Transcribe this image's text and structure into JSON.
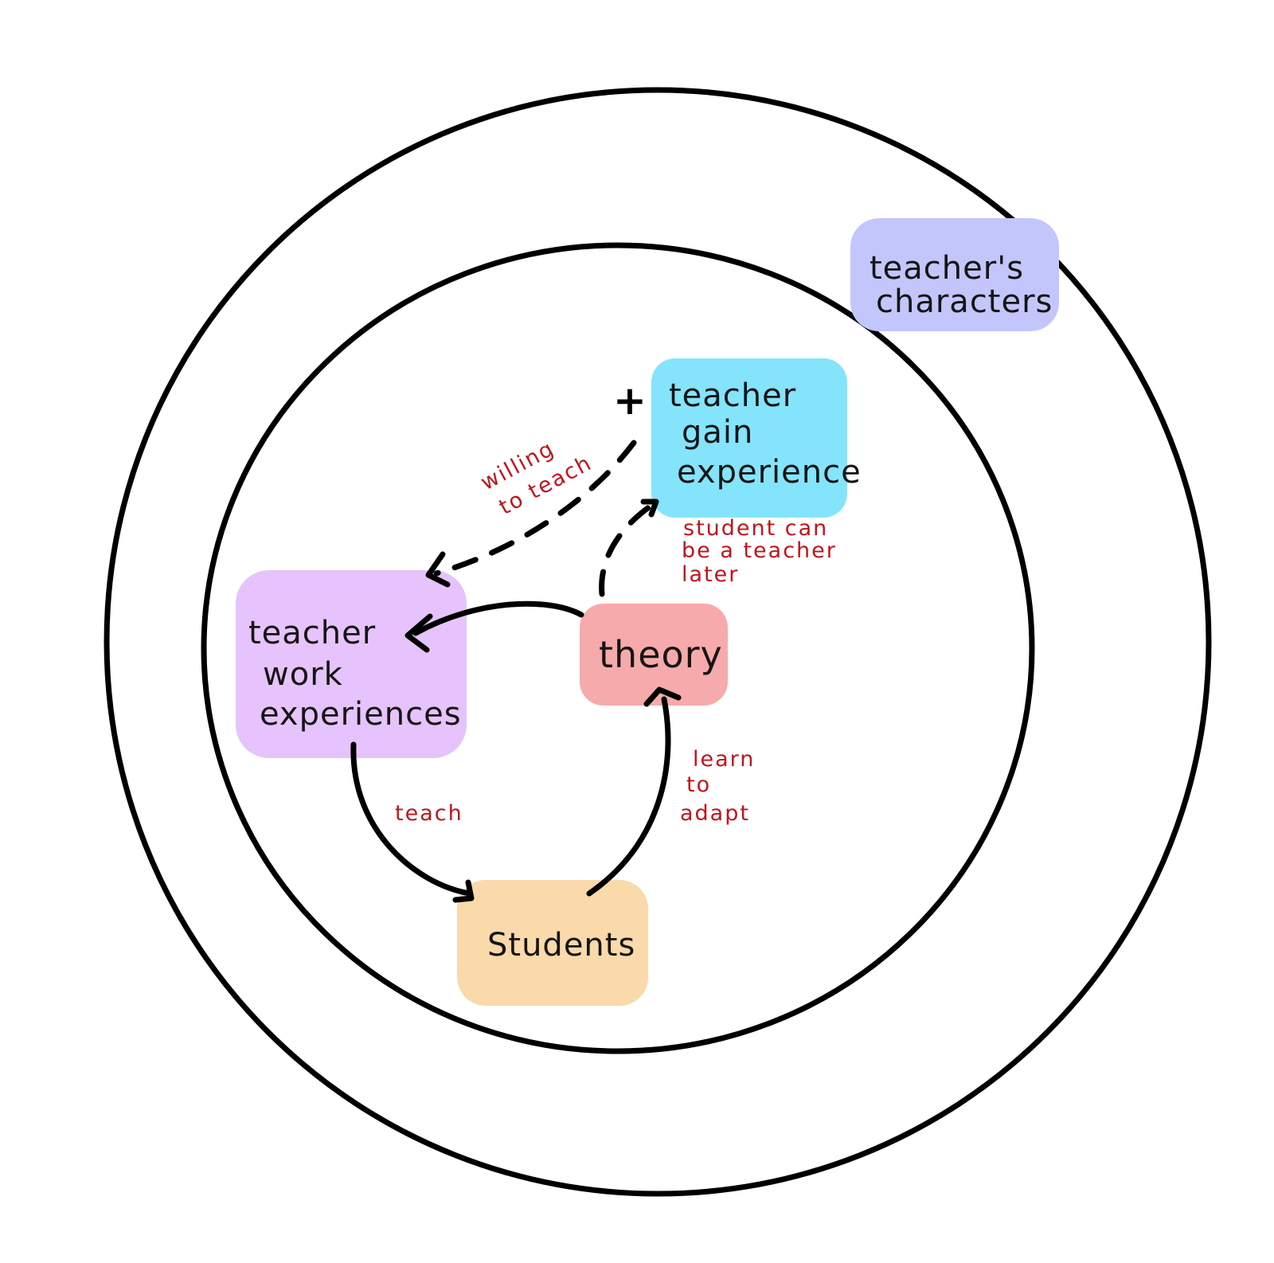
{
  "nodes": {
    "characters": {
      "line1": "teacher's",
      "line2": "characters",
      "color": "#c3c6fb"
    },
    "gain": {
      "line1": "teacher",
      "line2": "gain",
      "line3": "experience",
      "color": "#84e4fb"
    },
    "work": {
      "line1": "teacher",
      "line2": "work",
      "line3": "experiences",
      "color": "#e6c3fc"
    },
    "theory": {
      "label": "theory",
      "color": "#f7aaab"
    },
    "students": {
      "label": "Students",
      "color": "#fad9aa"
    }
  },
  "edges": {
    "willing": {
      "line1": "willing",
      "line2": "to teach"
    },
    "student_teacher": {
      "line1": "student can",
      "line2": "be a teacher",
      "line3": "later"
    },
    "teach": {
      "label": "teach"
    },
    "learn": {
      "line1": "learn",
      "line2": "to",
      "line3": "adapt"
    }
  },
  "symbols": {
    "plus": "+"
  },
  "colors": {
    "label_red": "#c0141b",
    "stroke": "#000000"
  }
}
